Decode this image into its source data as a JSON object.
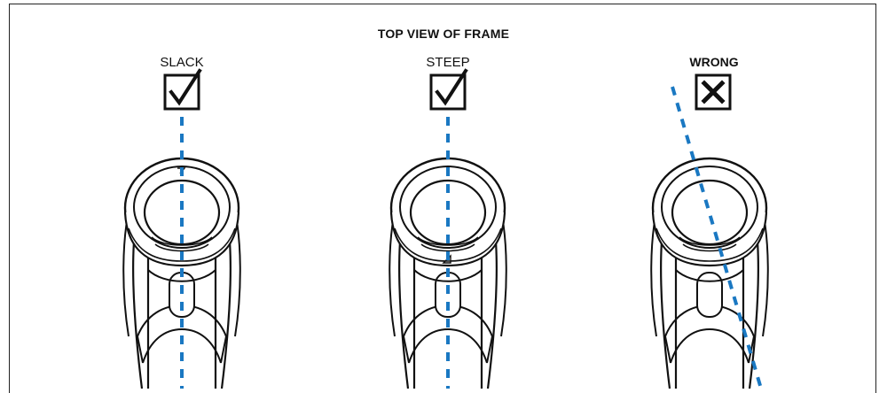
{
  "title": "TOP VIEW OF FRAME",
  "panels": [
    {
      "label": "SLACK",
      "mark": "check-icon",
      "status": "correct"
    },
    {
      "label": "STEEP",
      "mark": "check-icon",
      "status": "correct"
    },
    {
      "label": "WRONG",
      "mark": "x-icon",
      "status": "incorrect"
    }
  ],
  "colors": {
    "guide_line": "#1a78c2",
    "outline": "#111111"
  }
}
